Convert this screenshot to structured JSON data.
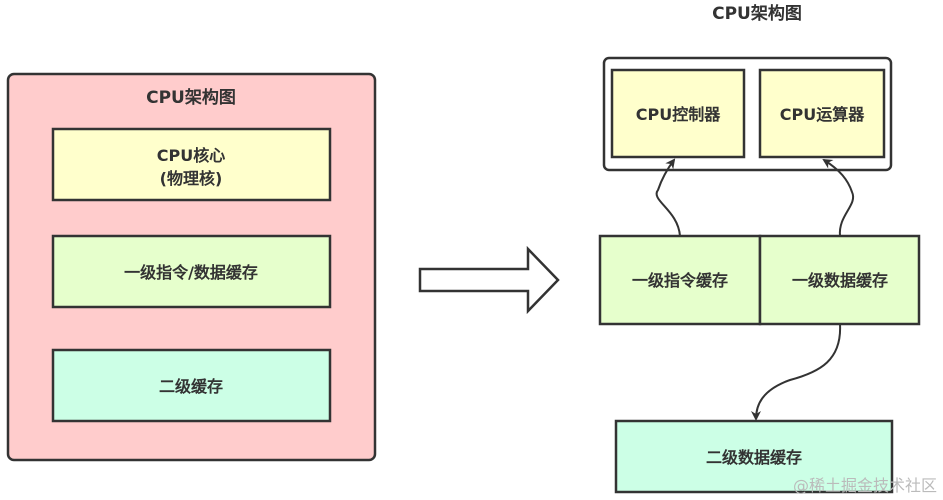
{
  "left": {
    "title": "CPU架构图",
    "core_line1": "CPU核心",
    "core_line2": "(物理核)",
    "l1": "一级指令/数据缓存",
    "l2": "二级缓存"
  },
  "right": {
    "title": "CPU架构图",
    "controller": "CPU控制器",
    "alu": "CPU运算器",
    "l1_instruction": "一级指令缓存",
    "l1_data": "一级数据缓存",
    "l2_data": "二级数据缓存"
  },
  "watermark": "@稀土掘金技术社区",
  "colors": {
    "outer_panel": "#ffcccc",
    "core": "#ffffcc",
    "l1": "#e6ffcc",
    "l2": "#ccffe6",
    "stroke": "#333333"
  }
}
